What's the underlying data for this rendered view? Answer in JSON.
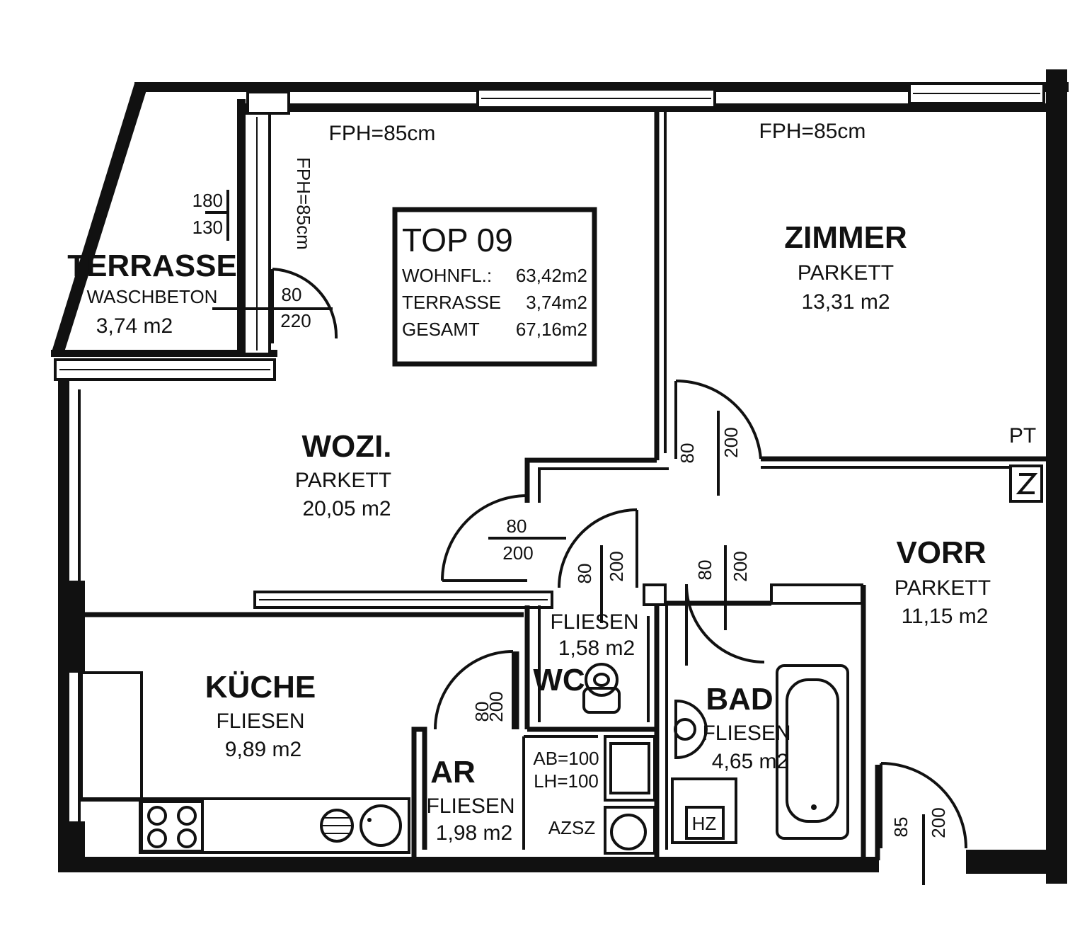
{
  "info_box": {
    "title": "TOP 09",
    "rows": [
      {
        "label": "WOHNFL.:",
        "value": "63,42m2"
      },
      {
        "label": "TERRASSE",
        "value": "3,74m2"
      },
      {
        "label": "GESAMT",
        "value": "67,16m2"
      }
    ]
  },
  "rooms": {
    "terrasse": {
      "name": "TERRASSE",
      "floor": "WASCHBETON",
      "area": "3,74 m2"
    },
    "wozi": {
      "name": "WOZI.",
      "floor": "PARKETT",
      "area": "20,05 m2"
    },
    "zimmer": {
      "name": "ZIMMER",
      "floor": "PARKETT",
      "area": "13,31 m2"
    },
    "vorr": {
      "name": "VORR",
      "floor": "PARKETT",
      "area": "11,15 m2"
    },
    "kueche": {
      "name": "KÜCHE",
      "floor": "FLIESEN",
      "area": "9,89 m2"
    },
    "wc": {
      "name": "WC",
      "floor": "FLIESEN",
      "area": "1,58 m2"
    },
    "bad": {
      "name": "BAD",
      "floor": "FLIESEN",
      "area": "4,65 m2"
    },
    "ar": {
      "name": "AR",
      "floor": "FLIESEN",
      "area": "1,98 m2"
    }
  },
  "annotations": {
    "fph_wozi": "FPH=85cm",
    "fph_zimmer": "FPH=85cm",
    "fph_vertical": "FPH=85cm",
    "window_180": "180",
    "window_130": "130",
    "pt": "PT",
    "ab": "AB=100",
    "lh": "LH=100",
    "azsz": "AZSZ",
    "hz": "HZ"
  },
  "doors": {
    "terrace": {
      "w": "80",
      "h": "220"
    },
    "zimmer": {
      "w": "80",
      "h": "200"
    },
    "wozi": {
      "w": "80",
      "h": "200"
    },
    "wc": {
      "w": "80",
      "h": "200"
    },
    "bad": {
      "w": "80",
      "h": "200"
    },
    "ar": {
      "w": "80",
      "h": "200"
    },
    "entrance": {
      "w": "85",
      "h": "200"
    }
  }
}
